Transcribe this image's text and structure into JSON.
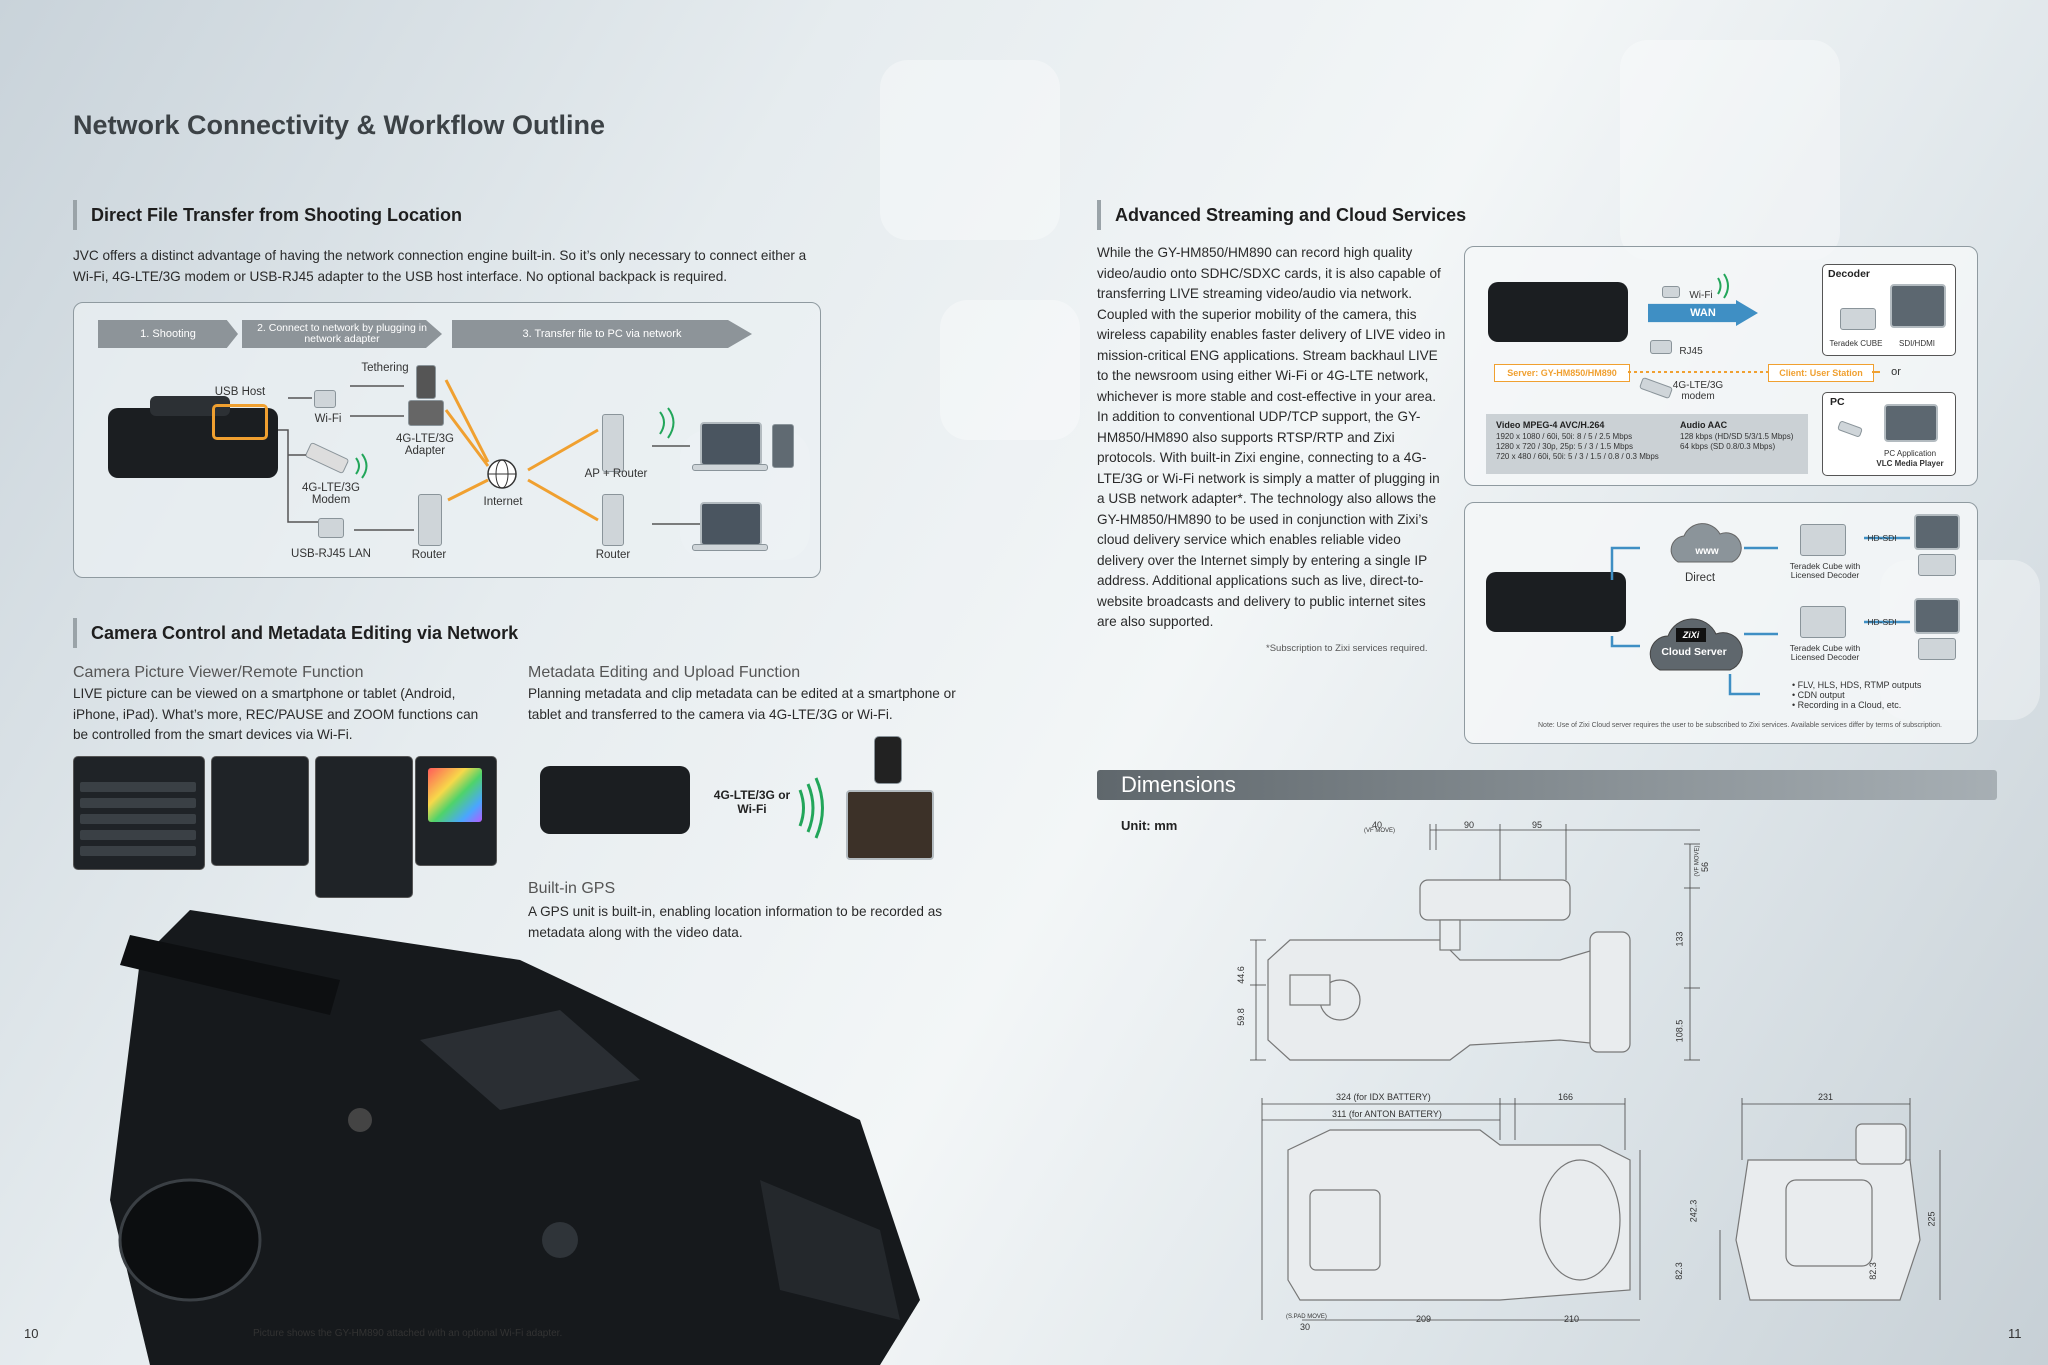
{
  "page": {
    "title": "Network Connectivity & Workflow Outline",
    "page_left": "10",
    "page_right": "11",
    "photo_caption": "Picture shows the GY-HM890 attached with an optional Wi-Fi adapter."
  },
  "direct": {
    "heading": "Direct File Transfer from Shooting Location",
    "intro": "JVC offers a distinct advantage of having the network connection engine built-in. So it’s only necessary to connect either a Wi-Fi, 4G-LTE/3G modem or USB-RJ45 adapter to the USB host interface. No optional backpack is required.",
    "steps": [
      "1. Shooting",
      "2. Connect to network by plugging in network adapter",
      "3. Transfer file to PC via network"
    ],
    "labels": {
      "usb_host": "USB Host",
      "tethering": "Tethering",
      "wifi": "Wi-Fi",
      "adapter": "4G-LTE/3G Adapter",
      "modem": "4G-LTE/3G Modem",
      "internet": "Internet",
      "ap_router": "AP + Router",
      "usb_lan": "USB-RJ45 LAN",
      "router1": "Router",
      "router2": "Router"
    }
  },
  "camctrl": {
    "heading": "Camera Control and Metadata Editing via Network",
    "viewer_title": "Camera Picture Viewer/Remote Function",
    "viewer_body": "LIVE picture can be viewed on a smartphone or tablet (Android, iPhone, iPad). What’s more, REC/PAUSE and ZOOM functions can be controlled from the smart devices via Wi-Fi.",
    "meta_title": "Metadata Editing and Upload Function",
    "meta_body": "Planning metadata and clip metadata can be edited at a smartphone or tablet and transferred to the camera via 4G-LTE/3G or Wi-Fi.",
    "link_label": "4G-LTE/3G or Wi-Fi",
    "gps_title": "Built-in GPS",
    "gps_body": "A GPS unit is built-in, enabling location information to be recorded as metadata along with the video data."
  },
  "streaming": {
    "heading": "Advanced Streaming and Cloud Services",
    "body": "While the GY-HM850/HM890 can record high quality video/audio onto SDHC/SDXC cards, it is also capable of transferring LIVE streaming video/audio via network. Coupled with the superior mobility of the camera, this wireless capability enables faster delivery of LIVE video in mission-critical ENG applications. Stream backhaul LIVE to the newsroom using either Wi-Fi or 4G-LTE network, whichever is more stable and cost-effective in your area. In addition to conventional UDP/TCP support, the GY-HM850/HM890 also supports RTSP/RTP and Zixi protocols. With built-in Zixi engine, connecting to a 4G-LTE/3G or Wi-Fi network is simply a matter of plugging in a USB network adapter*. The technology also allows the GY-HM850/HM890 to be used in conjunction with Zixi’s cloud delivery service which enables reliable video delivery over the Internet simply by entering a single IP address. Additional applications such as live, direct-to-website broadcasts and delivery to public internet sites are also supported.",
    "footnote": "*Subscription to Zixi services required.",
    "diag1": {
      "wifi": "Wi-Fi",
      "wan": "WAN",
      "rj45": "RJ45",
      "modem": "4G-LTE/3G modem",
      "server": "Server: GY-HM850/HM890",
      "client": "Client: User Station",
      "or": "or",
      "decoder": "Decoder",
      "teradek": "Teradek CUBE",
      "sdi": "SDI/HDMI",
      "pc": "PC",
      "pc_app": "PC Application",
      "vlc": "VLC Media Player",
      "video_title": "Video MPEG-4 AVC/H.264",
      "video_lines": [
        "1920 x 1080 / 60i, 50i: 8 / 5 / 2.5 Mbps",
        "1280 x 720 / 30p, 25p: 5 / 3 / 1.5 Mbps",
        "720 x 480 / 60i, 50i: 5 / 3 / 1.5 / 0.8 / 0.3 Mbps"
      ],
      "audio_title": "Audio AAC",
      "audio_lines": [
        "128 kbps (HD/SD 5/3/1.5 Mbps)",
        "64 kbps (SD 0.8/0.3 Mbps)"
      ]
    },
    "diag2": {
      "www": "www",
      "direct": "Direct",
      "zixi": "ZiXi",
      "cloud": "Cloud Server",
      "teradek1": "Teradek Cube with Licensed Decoder",
      "teradek2": "Teradek Cube with Licensed Decoder",
      "hdsdi1": "HD-SDI",
      "hdsdi2": "HD-SDI",
      "bullets": [
        "• FLV, HLS, HDS, RTMP outputs",
        "• CDN output",
        "• Recording in a Cloud, etc."
      ],
      "note": "Note: Use of Zixi Cloud server requires the user to be subscribed to Zixi services. Available services differ by terms of subscription."
    }
  },
  "dimensions": {
    "heading": "Dimensions",
    "unit": "Unit: mm",
    "side": {
      "d40": "40",
      "d40n": "(VF MOVE)",
      "d90": "90",
      "d95": "95",
      "d56": "56",
      "d56n": "(VF MOVE)",
      "d133": "133",
      "d44": "44.6",
      "d59": "59.8",
      "d108": "108.5"
    },
    "bottom": {
      "d324": "324 (for IDX BATTERY)",
      "d311": "311 (for ANTON BATTERY)",
      "d166": "166",
      "d231": "231",
      "d242": "242.3",
      "d82a": "82.3",
      "d225": "225",
      "d82b": "82.3",
      "d30n": "(S.PAD MOVE)",
      "d30": "30",
      "d209": "209",
      "d210": "210"
    }
  }
}
